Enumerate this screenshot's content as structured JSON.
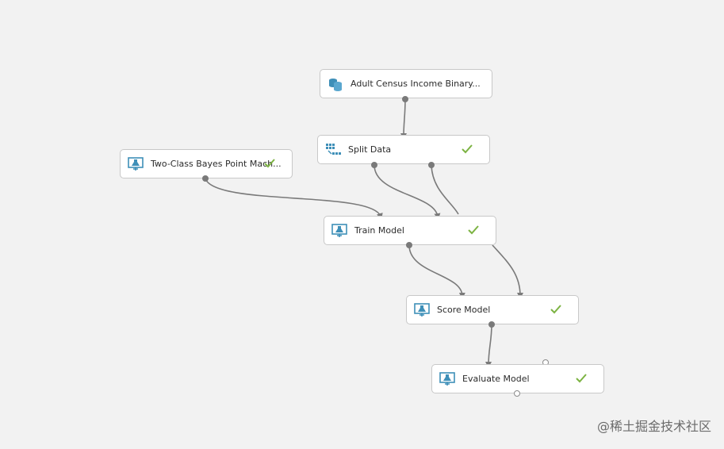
{
  "modules": {
    "adult_census": {
      "label": "Adult Census Income Binary...",
      "icon": "dataset-icon",
      "completed": false
    },
    "split_data": {
      "label": "Split Data",
      "icon": "split-data-icon",
      "completed": true
    },
    "two_class": {
      "label": "Two-Class Bayes Point Mach...",
      "icon": "model-icon",
      "completed": true
    },
    "train_model": {
      "label": "Train Model",
      "icon": "model-icon",
      "completed": true
    },
    "score_model": {
      "label": "Score Model",
      "icon": "model-icon",
      "completed": true
    },
    "evaluate_model": {
      "label": "Evaluate Model",
      "icon": "model-icon",
      "completed": true
    }
  },
  "watermark": "@稀土掘金技术社区",
  "colors": {
    "check": "#7cb342",
    "icon": "#3e8fb8",
    "edge": "#7a7a7a",
    "canvas": "#f2f2f2"
  }
}
